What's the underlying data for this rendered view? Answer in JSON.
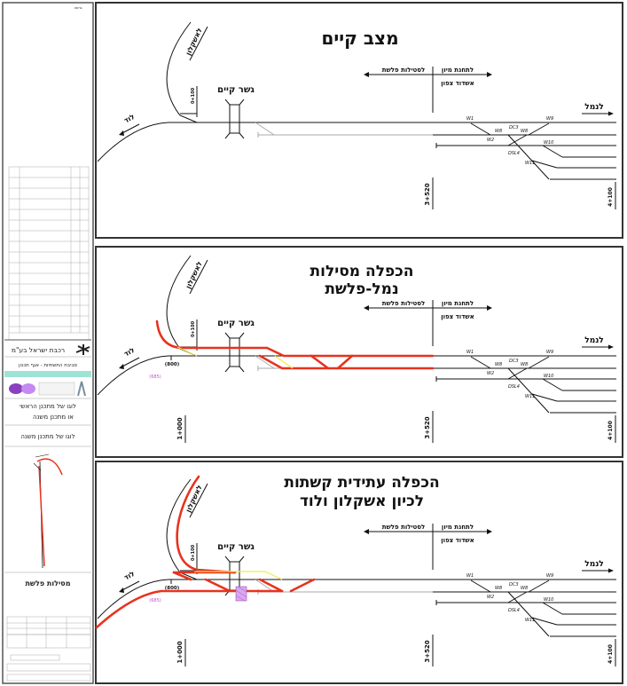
{
  "panels": [
    {
      "title_lines": [
        "מצב קיים"
      ]
    },
    {
      "title_lines": [
        "הכפלה מסילות",
        "נמל-פלשת"
      ]
    },
    {
      "title_lines": [
        "הכפלה עתידית קשתות",
        "לכיון אשקלון ולוד"
      ]
    }
  ],
  "common": {
    "to_sorting_station": "לתחנת מיון",
    "to_plashet_tracks": "לסטילות פלשת",
    "ashdod_north": "אשדוד צפון",
    "existing_bridge": "גשר קיים",
    "to_port": "לנמל",
    "to_lod": "לוד",
    "to_ashkelon": "לאשקלון",
    "chainage_0100": "0+100",
    "chainage_3520": "3+520",
    "chainage_4100": "4+100",
    "switches": {
      "w1": "W1",
      "w2": "W2",
      "w8a": "W8",
      "w8b": "W8",
      "dc3": "DC3",
      "w9": "W9",
      "w10": "W10",
      "dsl4": "DSL4",
      "w11": "W11"
    }
  },
  "proposed": {
    "chainage_1000": "1+000",
    "km_800": "(800)",
    "km_685": "(685)"
  },
  "title_block": {
    "version_label": "גרסה",
    "company": "רכבת ישראל בע\"מ",
    "division": "סביבת התשתיות - אגף תכנון",
    "main_designer_logo": [
      "לוגו של מתכנן הראשי",
      "או מתכנן משנה"
    ],
    "sub_designer_logo": "לוגו של מתכנן משנה",
    "project_name": "מסילות פלשת"
  },
  "colors": {
    "proposed_track": "#e8321e",
    "temporary_track": "#f2ea4a",
    "existing_track": "#111111",
    "accent_teal": "#9fe3d6",
    "logo_purple": "#b56be0"
  }
}
